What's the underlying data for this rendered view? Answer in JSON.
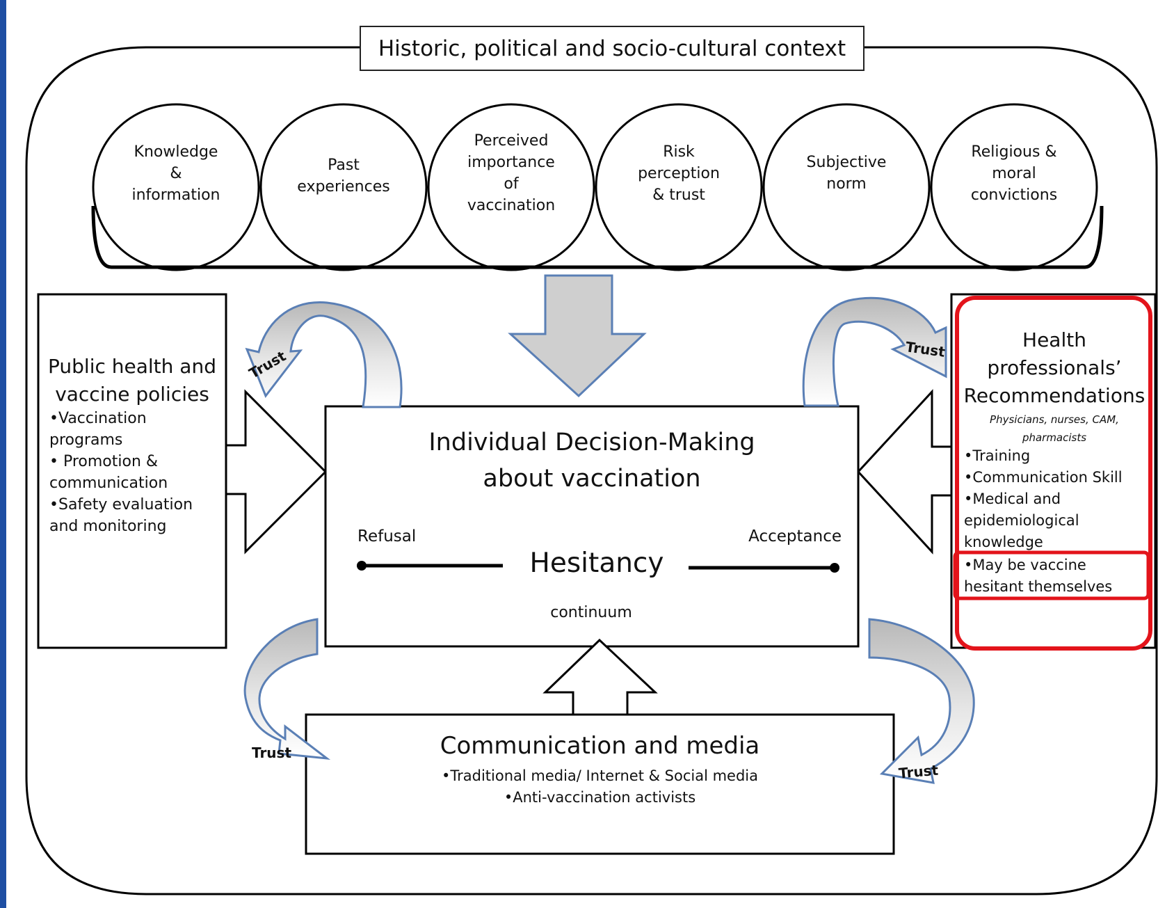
{
  "context_label": "Historic, political and socio-cultural context",
  "factors": [
    {
      "line1": "Knowledge",
      "line2": "&",
      "line3": "information"
    },
    {
      "line1": "Past",
      "line2": "experiences"
    },
    {
      "line1": "Perceived",
      "line2": "importance",
      "line3": "of",
      "line4": "vaccination"
    },
    {
      "line1": "Risk",
      "line2": "perception",
      "line3": "& trust"
    },
    {
      "line1": "Subjective",
      "line2": "norm"
    },
    {
      "line1": "Religious &",
      "line2": "moral",
      "line3": "convictions"
    }
  ],
  "center": {
    "title1": "Individual Decision-Making",
    "title2": "about vaccination",
    "refusal": "Refusal",
    "acceptance": "Acceptance",
    "hesitancy": "Hesitancy",
    "continuum": "continuum"
  },
  "public_health": {
    "title1": "Public health and",
    "title2": "vaccine policies",
    "bullet1a": "•Vaccination",
    "bullet1b": "programs",
    "bullet2a": "• Promotion &",
    "bullet2b": "communication",
    "bullet3a": "•Safety evaluation",
    "bullet3b": "and monitoring"
  },
  "health_professionals": {
    "title1": "Health",
    "title2": "professionals’",
    "title3": "Recommendations",
    "subtitle1": "Physicians, nurses, CAM,",
    "subtitle2": "pharmacists",
    "bullet1": "•Training",
    "bullet2": "•Communication Skill",
    "bullet3a": "•Medical and",
    "bullet3b": "epidemiological",
    "bullet3c": "knowledge",
    "highlight1": "•May be vaccine",
    "highlight2": "hesitant themselves"
  },
  "communication": {
    "title": "Communication and media",
    "bullet1": "•Traditional media/ Internet & Social media",
    "bullet2": "•Anti-vaccination activists"
  },
  "trust_label": "Trust",
  "colors": {
    "background": "#1e4fa3",
    "arrow_fill": "#c8c8c8",
    "arrow_stroke": "#5a7fb5",
    "highlight": "#e3141b"
  }
}
